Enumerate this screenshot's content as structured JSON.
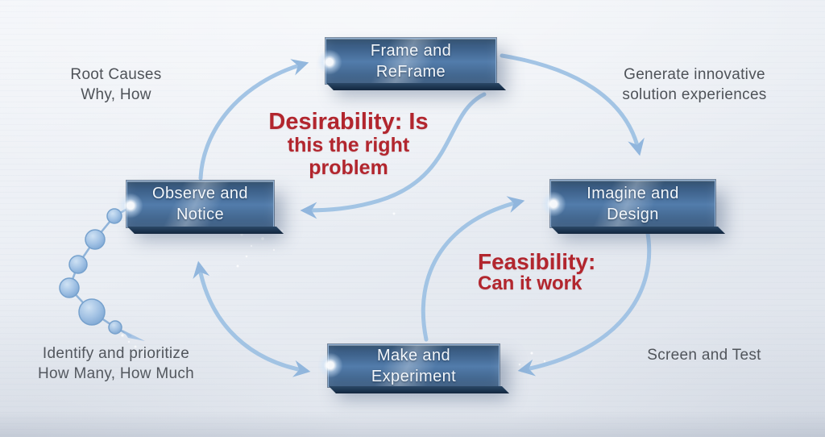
{
  "nodes": {
    "frame": {
      "line1": "Frame and",
      "line2": "ReFrame"
    },
    "observe": {
      "line1": "Observe and",
      "line2": "Notice"
    },
    "imagine": {
      "line1": "Imagine and",
      "line2": "Design"
    },
    "make": {
      "line1": "Make and",
      "line2": "Experiment"
    }
  },
  "annotations": {
    "desirability": {
      "line1": "Desirability: Is",
      "line2": "this the right",
      "line3": "problem"
    },
    "feasibility": {
      "line1": "Feasibility:",
      "line2": "Can it work"
    },
    "root_causes": {
      "line1": "Root Causes",
      "line2": "Why, How"
    },
    "generate": {
      "line1": "Generate innovative",
      "line2": "solution experiences"
    },
    "identify": {
      "line1": "Identify and prioritize",
      "line2": "How Many, How Much"
    },
    "screen": {
      "line1": "Screen and Test"
    }
  },
  "colors": {
    "box_face_top": "#2a4968",
    "box_face_mid": "#527cab",
    "box_border": "#8fafd2",
    "red_text": "#b2262e",
    "gray_text": "#4e5258",
    "arrow_stroke": "#9fc2e4",
    "arrow_head": "#8db4dc",
    "background": "#e9edf3"
  }
}
